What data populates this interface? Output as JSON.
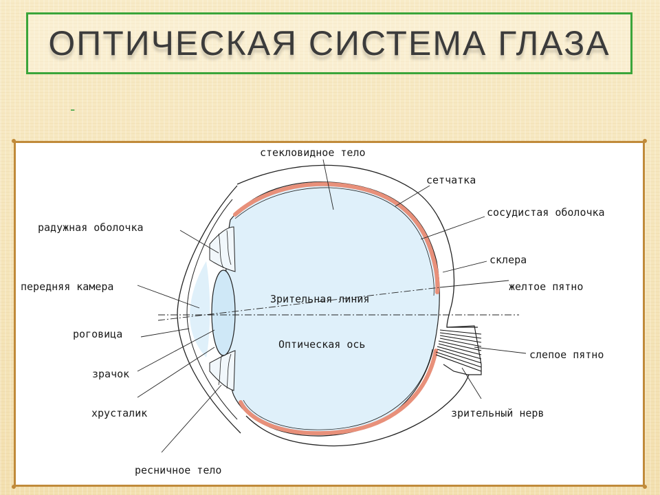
{
  "slide": {
    "title": "ОПТИЧЕСКАЯ СИСТЕМА ГЛАЗА",
    "bullet": "-"
  },
  "colors": {
    "title_border": "#3aa53a",
    "frame_border": "#c08a3a",
    "vitreous_fill": "#dff0fa",
    "choroid": "#e8907a"
  },
  "labels": {
    "vitreous_body": "стекловидное тело",
    "retina": "сетчатка",
    "choroid": "сосудистая оболочка",
    "sclera": "склера",
    "macula": "желтое пятно",
    "blind_spot": "слепое пятно",
    "optic_nerve": "зрительный нерв",
    "iris": "радужная оболочка",
    "anterior_chamber": "передняя камера",
    "cornea": "роговица",
    "pupil": "зрачок",
    "lens": "хрусталик",
    "ciliary_body": "ресничное тело",
    "visual_line": "Зрительная линия",
    "optical_axis": "Оптическая ось"
  }
}
